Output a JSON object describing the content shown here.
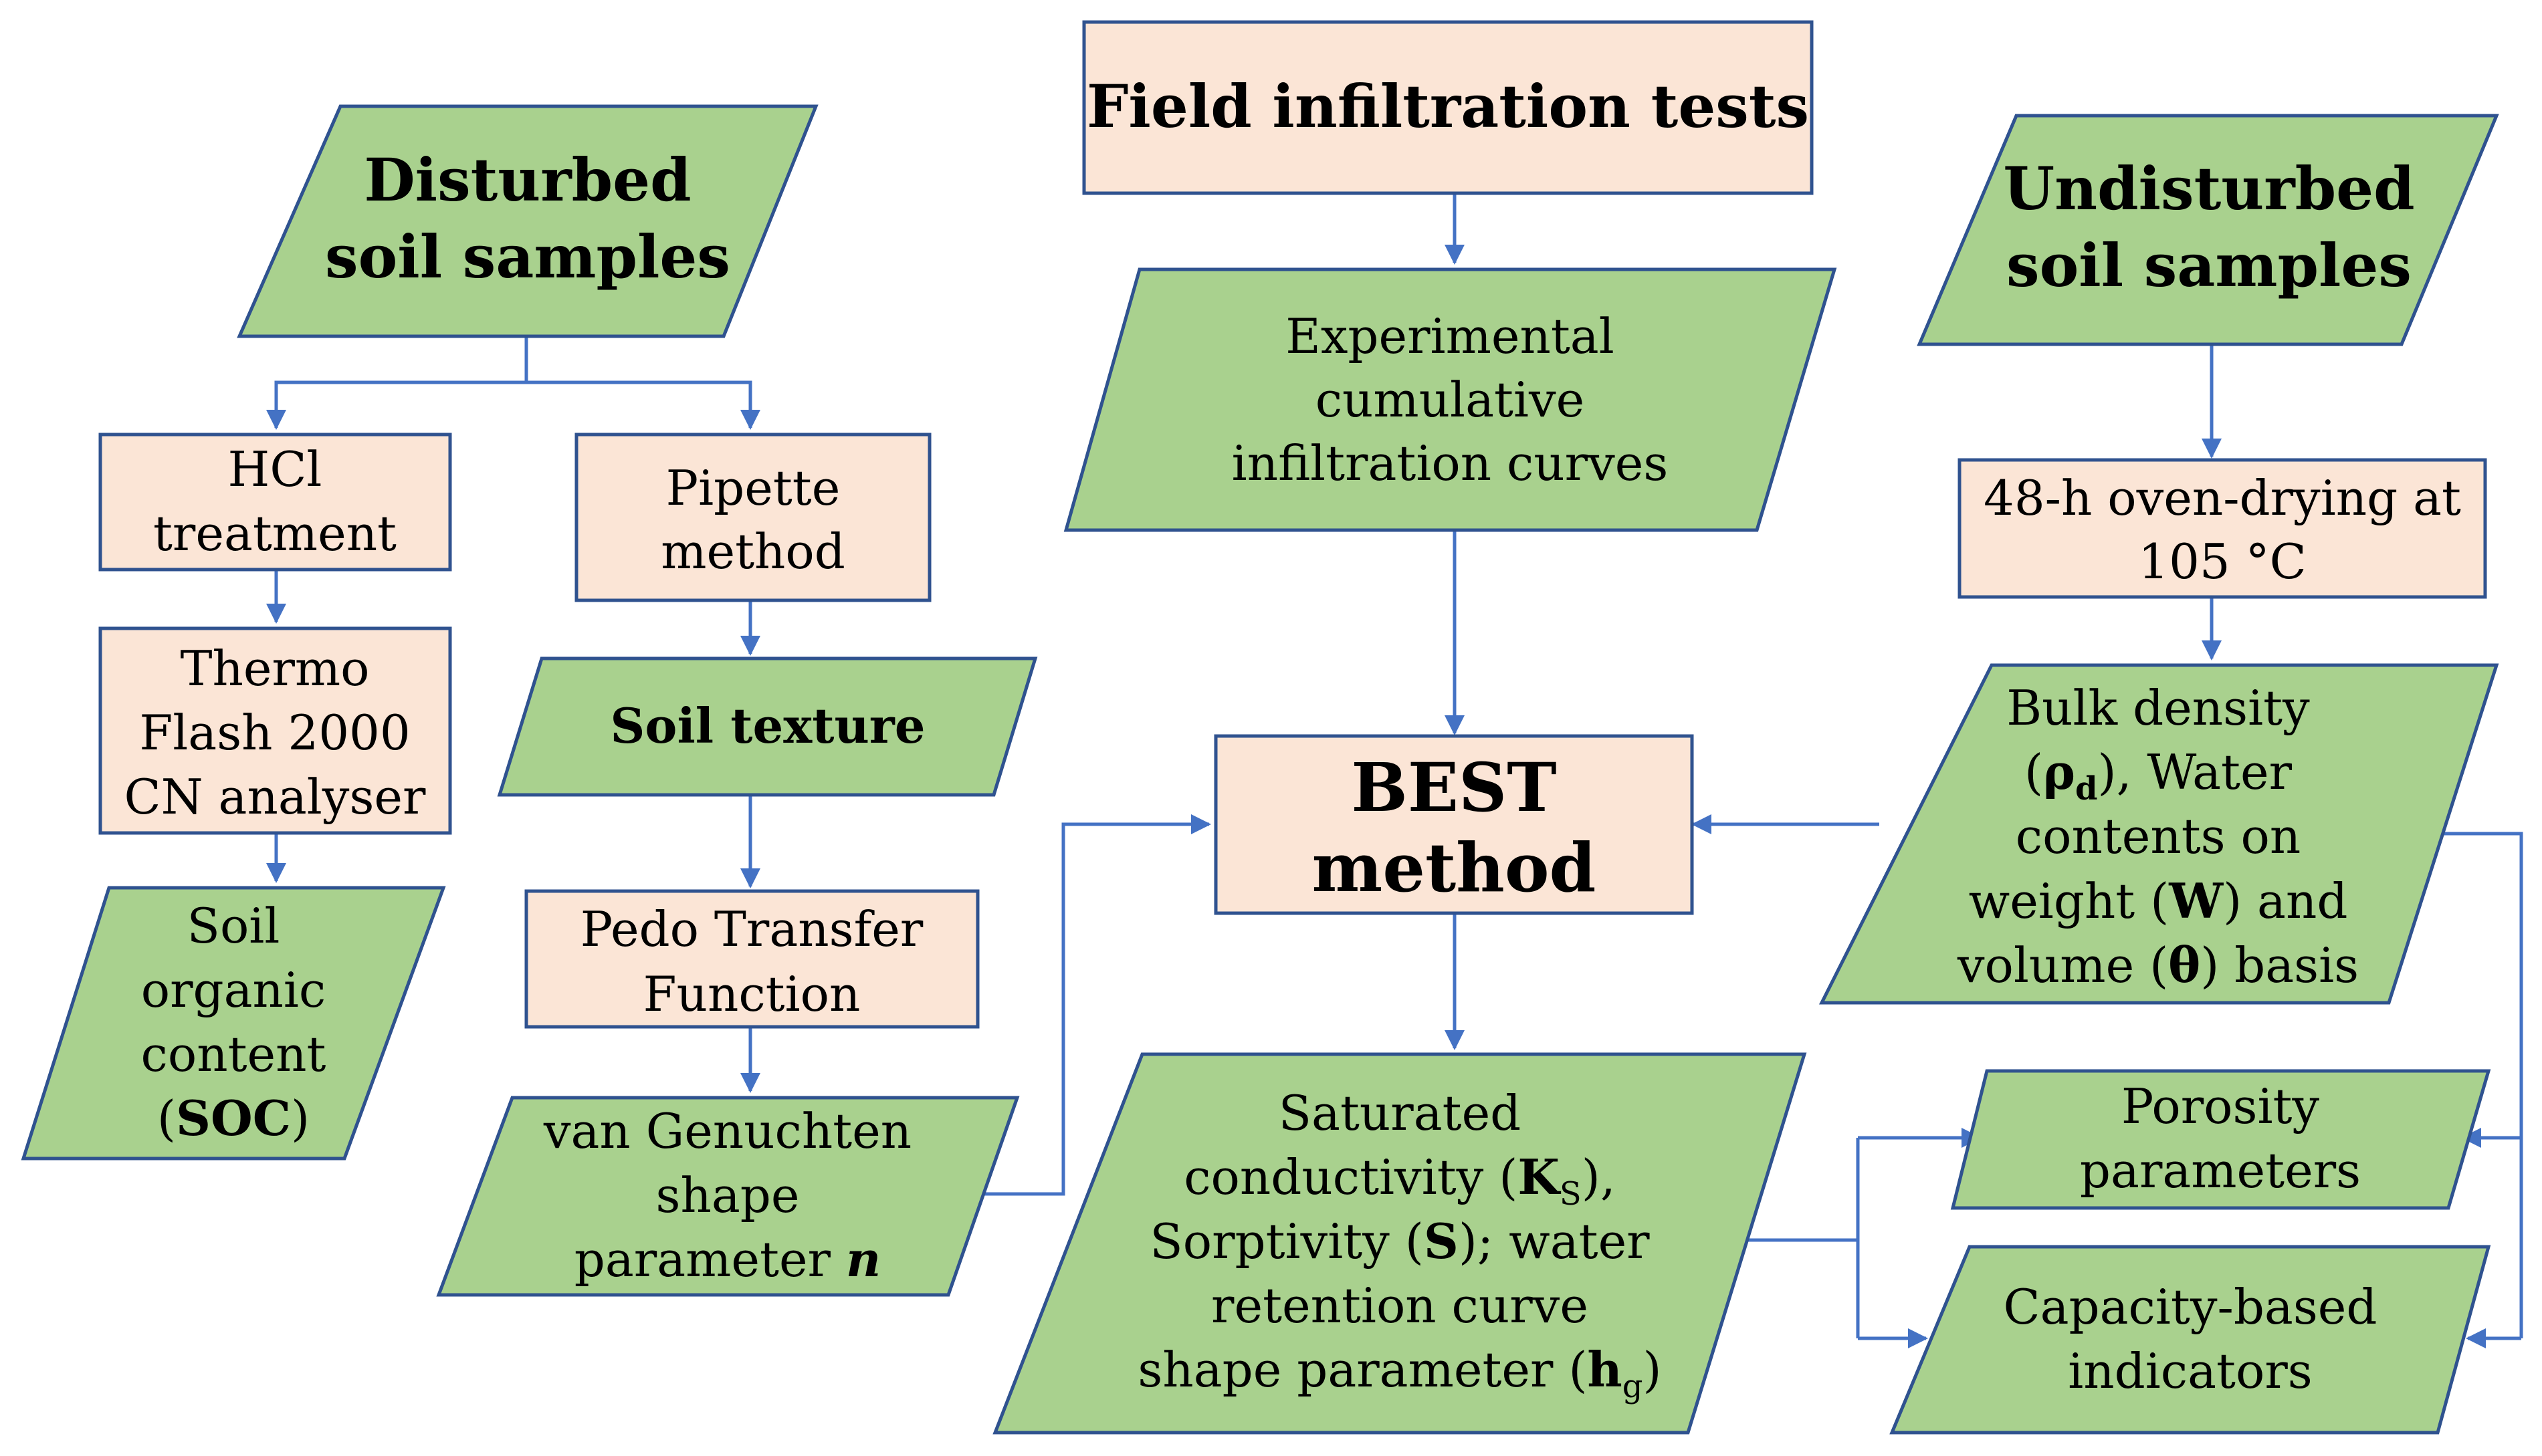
{
  "colors": {
    "green_fill": "#a9d18e",
    "peach_fill": "#fbe5d6",
    "outline": "#2f528f",
    "arrow": "#4472c4"
  },
  "nodes": {
    "disturbed": {
      "line1": "Disturbed",
      "line2": "soil samples"
    },
    "field": {
      "label": "Field infiltration tests"
    },
    "undisturbed": {
      "line1": "Undisturbed",
      "line2": "soil samples"
    },
    "hcl": {
      "line1": "HCl",
      "line2": "treatment"
    },
    "pipette": {
      "line1": "Pipette",
      "line2": "method"
    },
    "experimental": {
      "line1": "Experimental",
      "line2": "cumulative",
      "line3": "infiltration curves"
    },
    "oven": {
      "line1": "48-h oven-drying at",
      "line2": "105 °C"
    },
    "thermo": {
      "line1": "Thermo",
      "line2": "Flash 2000",
      "line3": "CN analyser"
    },
    "texture": {
      "label": "Soil texture"
    },
    "best": {
      "line1": "BEST",
      "line2": "method"
    },
    "bulk": {
      "line1": "Bulk density",
      "line2_open": "(",
      "line2_sym": "ρ",
      "line2_sub": "d",
      "line2_close": "), Water",
      "line3": "contents on",
      "line4_pre": "weight (",
      "line4_sym": "W",
      "line4_post": ") and",
      "line5_pre": "volume (",
      "line5_sym": "θ",
      "line5_post": ") basis"
    },
    "soc": {
      "line1": "Soil",
      "line2": "organic",
      "line3": "content",
      "line4_open": "(",
      "line4_sym": "SOC",
      "line4_close": ")"
    },
    "ptf": {
      "line1": "Pedo Transfer",
      "line2": "Function"
    },
    "vg": {
      "line1": "van Genuchten",
      "line2": "shape",
      "line3_pre": "parameter ",
      "line3_sym": "n"
    },
    "saturated": {
      "line1": "Saturated",
      "line2_pre": "conductivity (",
      "line2_sym": "K",
      "line2_sub": "S",
      "line2_post": "),",
      "line3_pre": "Sorptivity (",
      "line3_sym": "S",
      "line3_post": "); water",
      "line4": "retention curve",
      "line5_pre": "shape parameter (",
      "line5_sym": "h",
      "line5_sub": "g",
      "line5_post": ")"
    },
    "porosity": {
      "line1": "Porosity",
      "line2": "parameters"
    },
    "capacity": {
      "line1": "Capacity-based",
      "line2": "indicators"
    }
  }
}
